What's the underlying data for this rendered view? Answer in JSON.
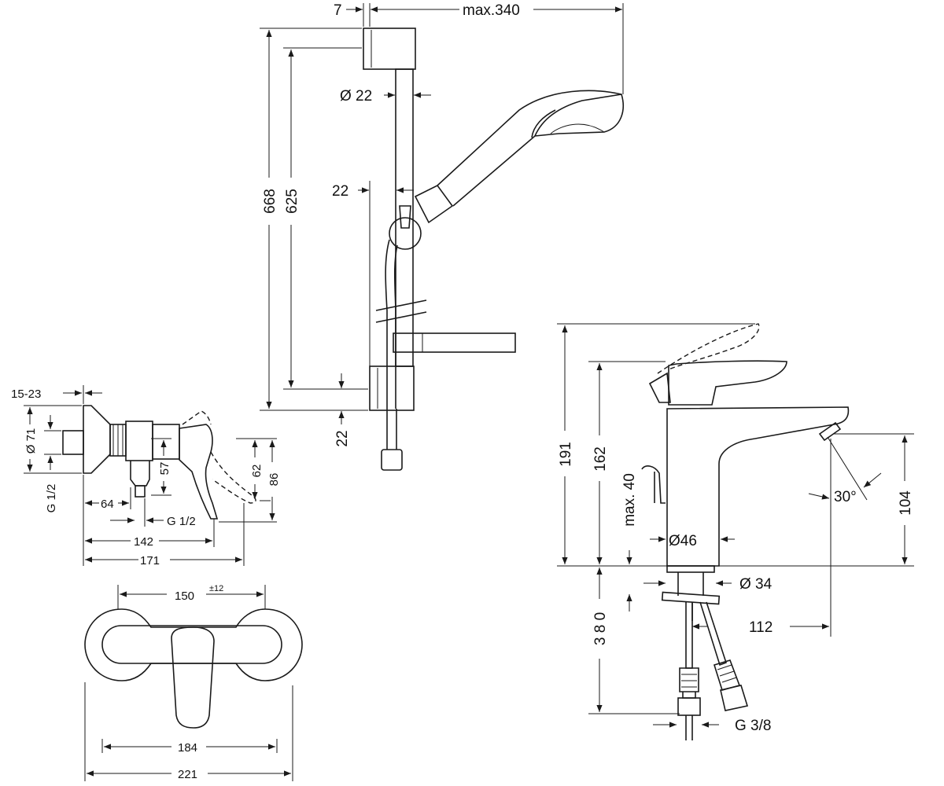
{
  "shower_rail": {
    "offset_top": "7",
    "max_reach": "max.340",
    "rail_diameter": "Ø 22",
    "overall_height": "668",
    "mount_spacing": "625",
    "wall_distance": "22",
    "bottom_offset": "22"
  },
  "shower_mixer_side": {
    "wall_depth": "15-23",
    "flange_diameter": "Ø 71",
    "inlet_thread": "G 1/2",
    "height_57": "57",
    "height_62": "62",
    "height_86": "86",
    "width_64": "64",
    "outlet_thread": "G 1/2",
    "width_142": "142",
    "width_171": "171"
  },
  "shower_mixer_front": {
    "center_spacing": "150",
    "tolerance": "±12",
    "width_184": "184",
    "width_221": "221"
  },
  "basin_mixer": {
    "height_191": "191",
    "height_162": "162",
    "max_40": "max. 40",
    "body_diameter": "Ø46",
    "spout_angle": "30°",
    "spout_height": "104",
    "hole_diameter": "Ø 34",
    "projection": "112",
    "hose_length": "3 8 0",
    "hose_thread": "G 3/8"
  }
}
